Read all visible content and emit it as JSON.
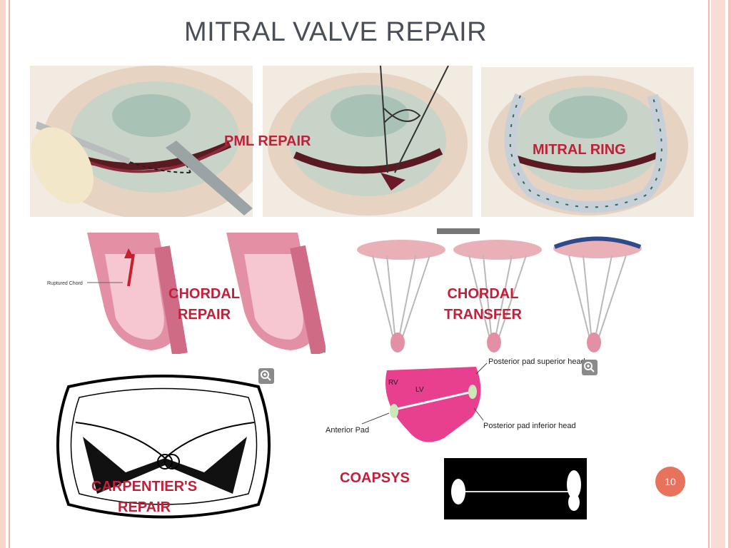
{
  "slide": {
    "title": "MITRAL VALVE REPAIR",
    "page_number": "10",
    "accent_color": "#e7735c",
    "label_color": "#c0203a"
  },
  "panels": {
    "pml": {
      "label": "PML REPAIR"
    },
    "ring": {
      "label": "MITRAL RING"
    },
    "chordal_repair": {
      "label": "CHORDAL\nREPAIR",
      "caption": "Ruptured Chord"
    },
    "chordal_transfer": {
      "label": "CHORDAL\nTRANSFER"
    },
    "carpentier": {
      "label": "CARPENTIER'S\nREPAIR",
      "icon": "zoom-icon"
    },
    "coapsys": {
      "label": "COAPSYS",
      "icon": "zoom-icon",
      "annotations": {
        "anterior_pad": "Anterior Pad",
        "posterior_superior": "Posterior pad superior head",
        "posterior_inferior": "Posterior pad inferior head",
        "lv": "LV",
        "rv": "RV"
      }
    }
  }
}
